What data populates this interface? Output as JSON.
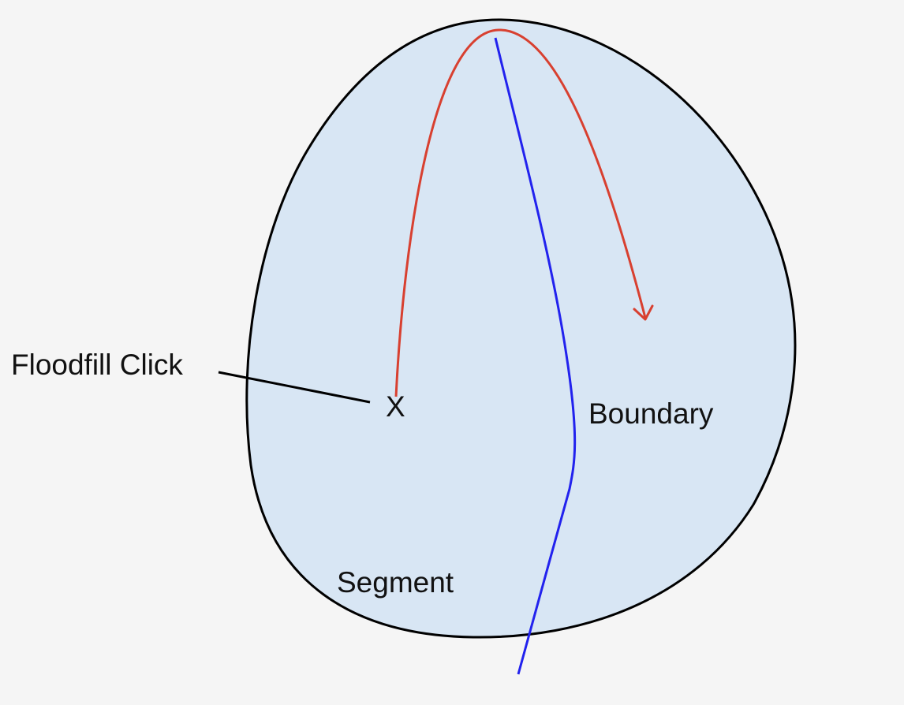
{
  "diagram": {
    "labels": {
      "floodfill_click": "Floodfill Click",
      "click_marker": "X",
      "boundary": "Boundary",
      "segment": "Segment"
    },
    "colors": {
      "background": "#f5f5f5",
      "segment_fill": "#d8e6f4",
      "segment_outline": "#000000",
      "fill_path": "#d84030",
      "boundary_line": "#2222ee",
      "leader_line": "#000000"
    }
  }
}
